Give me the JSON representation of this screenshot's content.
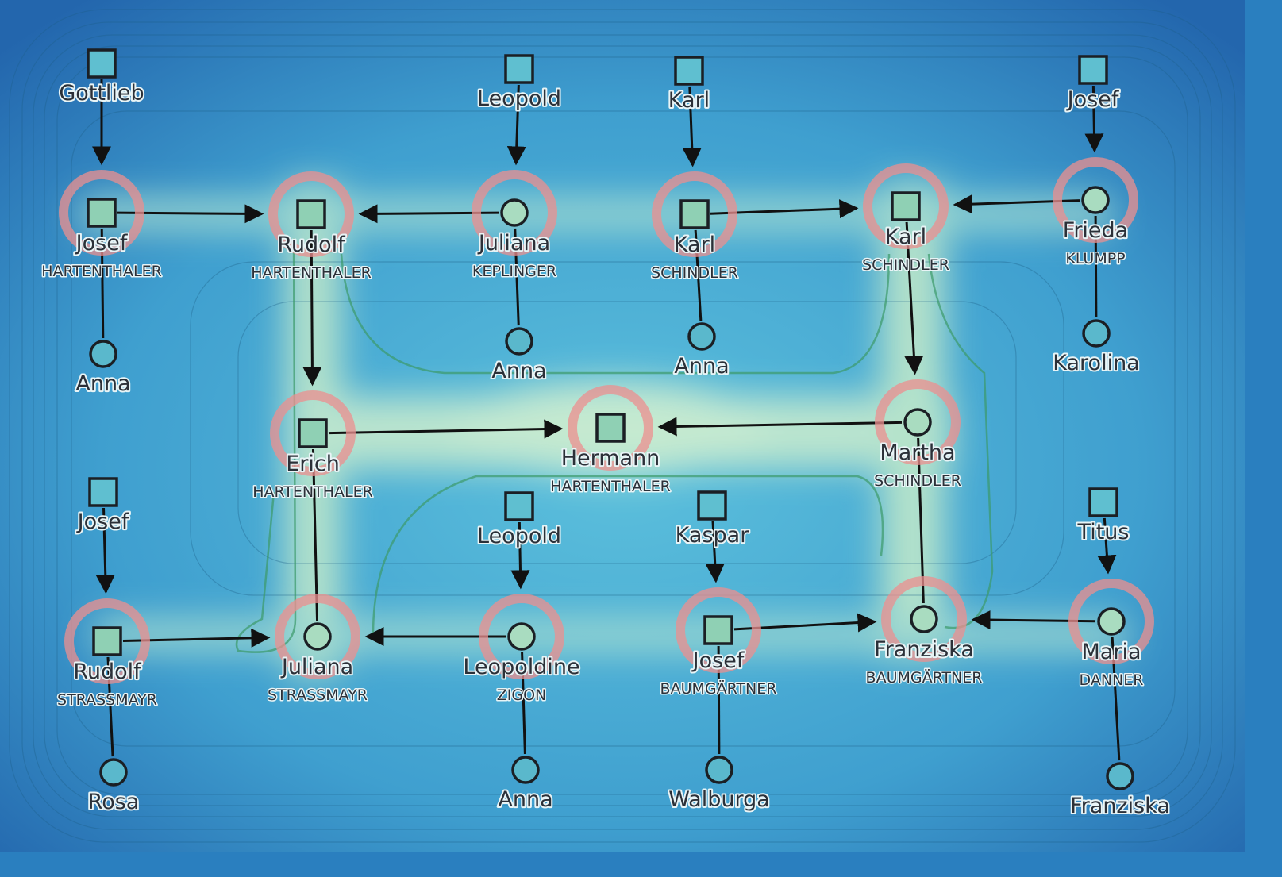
{
  "colors": {
    "ring": "#ec8f8f",
    "edge": "#111111",
    "background_outer": "#2a78b8",
    "background_inner": "#5ab8d8",
    "highlight": "#bfe8c8"
  },
  "nodes": {
    "gottlieb": {
      "first": "Gottlieb",
      "surname": "",
      "shape": "square"
    },
    "josef_h": {
      "first": "Josef",
      "surname": "HARTENTHALER",
      "shape": "square",
      "ring": true
    },
    "anna_1": {
      "first": "Anna",
      "surname": "",
      "shape": "circle"
    },
    "rudolf_h": {
      "first": "Rudolf",
      "surname": "HARTENTHALER",
      "shape": "square",
      "ring": true
    },
    "leopold_1": {
      "first": "Leopold",
      "surname": "",
      "shape": "square"
    },
    "juliana_k": {
      "first": "Juliana",
      "surname": "KEPLINGER",
      "shape": "circle",
      "ring": true
    },
    "anna_2": {
      "first": "Anna",
      "surname": "",
      "shape": "circle"
    },
    "karl_1": {
      "first": "Karl",
      "surname": "",
      "shape": "square"
    },
    "karl_s1": {
      "first": "Karl",
      "surname": "SCHINDLER",
      "shape": "square",
      "ring": true
    },
    "anna_3": {
      "first": "Anna",
      "surname": "",
      "shape": "circle"
    },
    "karl_s2": {
      "first": "Karl",
      "surname": "SCHINDLER",
      "shape": "square",
      "ring": true
    },
    "josef_1": {
      "first": "Josef",
      "surname": "",
      "shape": "square"
    },
    "frieda_k": {
      "first": "Frieda",
      "surname": "KLUMPP",
      "shape": "circle",
      "ring": true
    },
    "karolina": {
      "first": "Karolina",
      "surname": "",
      "shape": "circle"
    },
    "erich_h": {
      "first": "Erich",
      "surname": "HARTENTHALER",
      "shape": "square",
      "ring": true
    },
    "hermann_h": {
      "first": "Hermann",
      "surname": "HARTENTHALER",
      "shape": "square",
      "ring": true
    },
    "martha_s": {
      "first": "Martha",
      "surname": "SCHINDLER",
      "shape": "circle",
      "ring": true
    },
    "josef_2": {
      "first": "Josef",
      "surname": "",
      "shape": "square"
    },
    "rudolf_s": {
      "first": "Rudolf",
      "surname": "STRASSMAYR",
      "shape": "square",
      "ring": true
    },
    "rosa": {
      "first": "Rosa",
      "surname": "",
      "shape": "circle"
    },
    "juliana_s": {
      "first": "Juliana",
      "surname": "STRASSMAYR",
      "shape": "circle",
      "ring": true
    },
    "leopold_2": {
      "first": "Leopold",
      "surname": "",
      "shape": "square"
    },
    "leopoldine_z": {
      "first": "Leopoldine",
      "surname": "ZIGON",
      "shape": "circle",
      "ring": true
    },
    "anna_4": {
      "first": "Anna",
      "surname": "",
      "shape": "circle"
    },
    "kaspar": {
      "first": "Kaspar",
      "surname": "",
      "shape": "square"
    },
    "josef_b": {
      "first": "Josef",
      "surname": "BAUMGÄRTNER",
      "shape": "square",
      "ring": true
    },
    "walburga": {
      "first": "Walburga",
      "surname": "",
      "shape": "circle"
    },
    "franziska_b": {
      "first": "Franziska",
      "surname": "BAUMGÄRTNER",
      "shape": "circle",
      "ring": true
    },
    "titus": {
      "first": "Titus",
      "surname": "",
      "shape": "square"
    },
    "maria_d": {
      "first": "Maria",
      "surname": "DANNER",
      "shape": "circle",
      "ring": true
    },
    "franziska_2": {
      "first": "Franziska",
      "surname": "",
      "shape": "circle"
    }
  },
  "edges": [
    {
      "from": "gottlieb",
      "to": "josef_h",
      "arrow": true
    },
    {
      "from": "anna_1",
      "to": "josef_h",
      "arrow": false
    },
    {
      "from": "josef_h",
      "to": "rudolf_h",
      "arrow": true
    },
    {
      "from": "juliana_k",
      "to": "rudolf_h",
      "arrow": true
    },
    {
      "from": "leopold_1",
      "to": "juliana_k",
      "arrow": true
    },
    {
      "from": "anna_2",
      "to": "juliana_k",
      "arrow": false
    },
    {
      "from": "karl_1",
      "to": "karl_s1",
      "arrow": true
    },
    {
      "from": "anna_3",
      "to": "karl_s1",
      "arrow": false
    },
    {
      "from": "karl_s1",
      "to": "karl_s2",
      "arrow": true
    },
    {
      "from": "frieda_k",
      "to": "karl_s2",
      "arrow": true
    },
    {
      "from": "josef_1",
      "to": "frieda_k",
      "arrow": true
    },
    {
      "from": "karolina",
      "to": "frieda_k",
      "arrow": false
    },
    {
      "from": "rudolf_h",
      "to": "erich_h",
      "arrow": true
    },
    {
      "from": "karl_s2",
      "to": "martha_s",
      "arrow": true
    },
    {
      "from": "erich_h",
      "to": "hermann_h",
      "arrow": true
    },
    {
      "from": "martha_s",
      "to": "hermann_h",
      "arrow": true
    },
    {
      "from": "juliana_s",
      "to": "erich_h",
      "arrow": false
    },
    {
      "from": "franziska_b",
      "to": "martha_s",
      "arrow": false
    },
    {
      "from": "josef_2",
      "to": "rudolf_s",
      "arrow": true
    },
    {
      "from": "rosa",
      "to": "rudolf_s",
      "arrow": false
    },
    {
      "from": "rudolf_s",
      "to": "juliana_s",
      "arrow": true
    },
    {
      "from": "leopoldine_z",
      "to": "juliana_s",
      "arrow": true
    },
    {
      "from": "leopold_2",
      "to": "leopoldine_z",
      "arrow": true
    },
    {
      "from": "anna_4",
      "to": "leopoldine_z",
      "arrow": false
    },
    {
      "from": "kaspar",
      "to": "josef_b",
      "arrow": true
    },
    {
      "from": "walburga",
      "to": "josef_b",
      "arrow": false
    },
    {
      "from": "josef_b",
      "to": "franziska_b",
      "arrow": true
    },
    {
      "from": "maria_d",
      "to": "franziska_b",
      "arrow": true
    },
    {
      "from": "titus",
      "to": "maria_d",
      "arrow": true
    },
    {
      "from": "franziska_2",
      "to": "maria_d",
      "arrow": false
    }
  ]
}
